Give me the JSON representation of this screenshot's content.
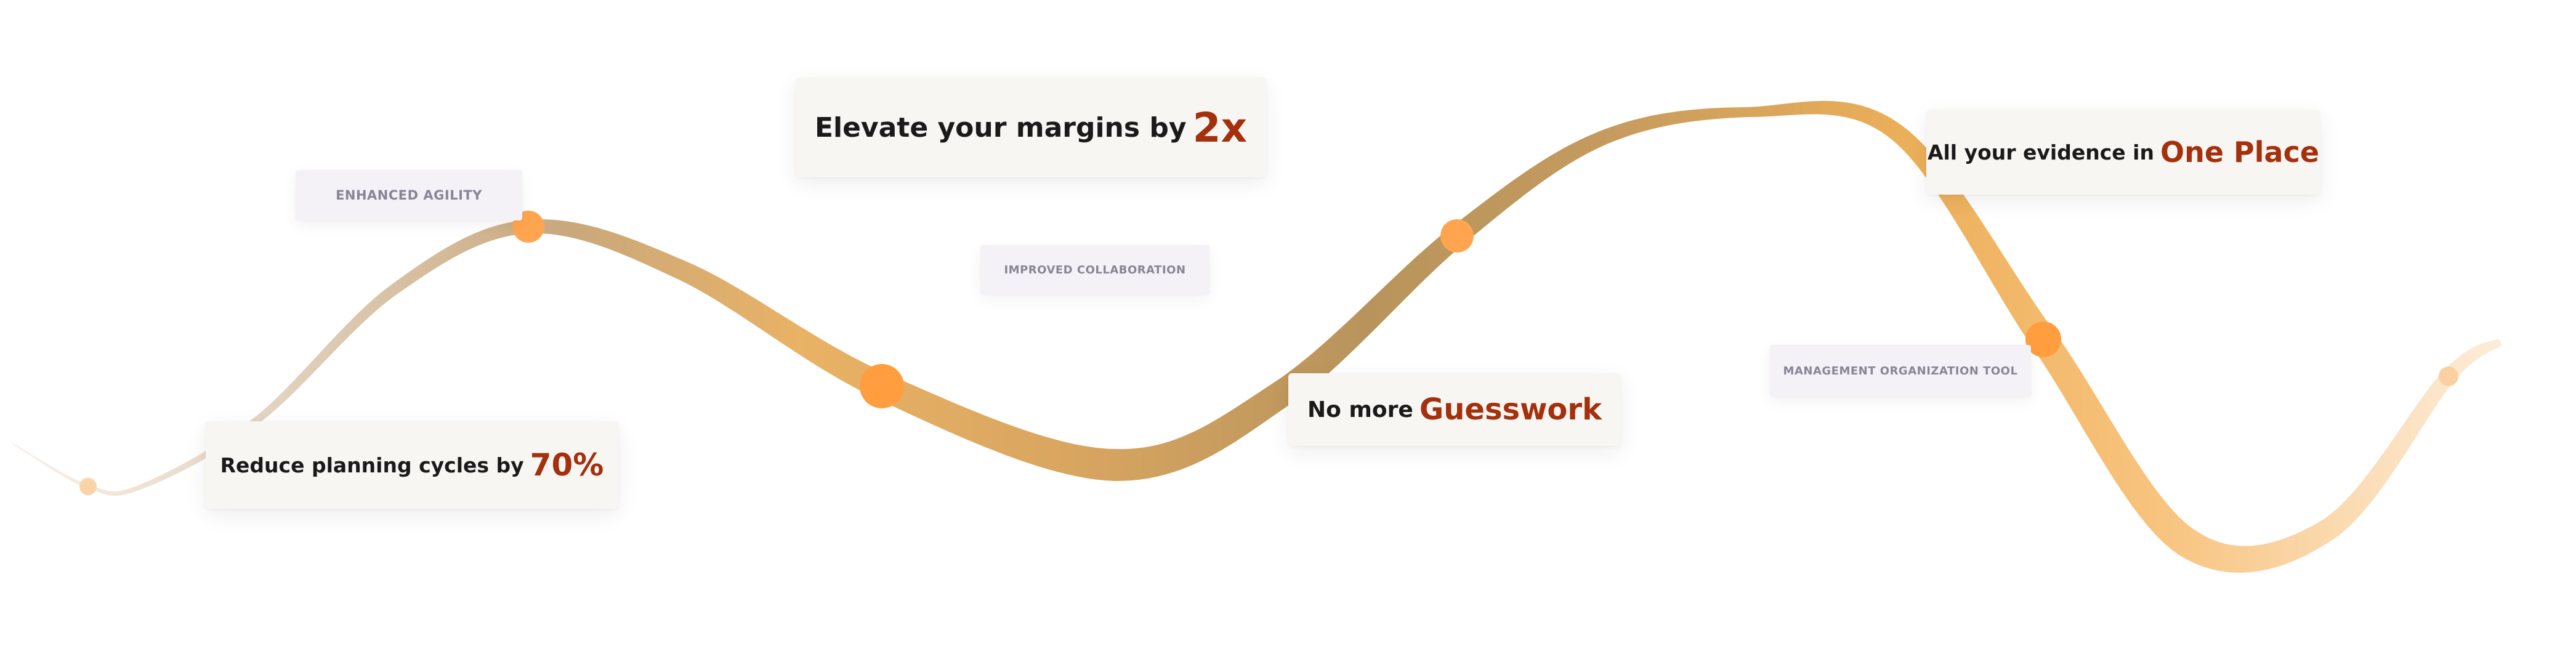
{
  "cards": {
    "reduce": {
      "text": "Reduce planning cycles by",
      "highlight": "70%"
    },
    "margins": {
      "text": "Elevate your margins by",
      "highlight": "2x"
    },
    "guesswork": {
      "text": "No more",
      "highlight": "Guesswork"
    },
    "evidence": {
      "text": "All your evidence in",
      "highlight": "One Place"
    }
  },
  "tags": {
    "agility": "ENHANCED AGILITY",
    "collaboration": "IMPROVED COLLABORATION",
    "management": "MANAGEMENT ORGANIZATION TOOL"
  },
  "colors": {
    "highlight": "#a4300d",
    "marker": "#ffa54f",
    "curve_start": "#e4d5c4",
    "curve_mid": "#b8965f",
    "curve_gold": "#e9a952",
    "curve_end": "#fbe7cc"
  }
}
